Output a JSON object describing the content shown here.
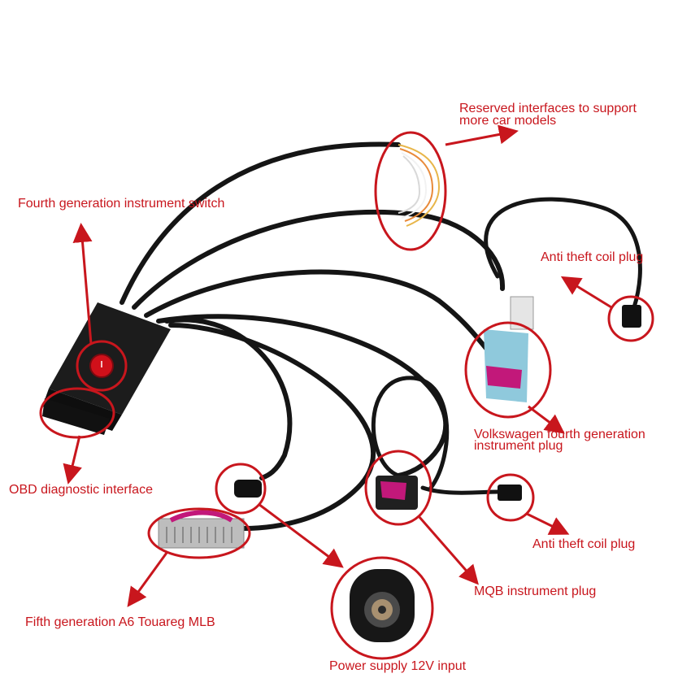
{
  "labels": {
    "reserved_line1": "Reserved interfaces to support",
    "reserved_line2": "more car models",
    "fourth_gen_switch": "Fourth generation instrument switch",
    "anti_theft_top": "Anti theft coil plug",
    "vw_fourth_line1": "Volkswagen fourth generation",
    "vw_fourth_line2": "instrument plug",
    "obd": "OBD diagnostic interface",
    "anti_theft_bottom": "Anti theft coil plug",
    "mqb": "MQB instrument plug",
    "fifth_gen": "Fifth generation A6 Touareg MLB",
    "power": "Power supply 12V input"
  },
  "colors": {
    "annotation": "#c8161d",
    "cable": "#151515",
    "obd_box": "#1c1c1c",
    "switch": "#d0101a",
    "vw_plug": "#8fc9dc",
    "latch": "#c2187a",
    "mlb_plug": "#bdbdbd",
    "wire_yellow": "#e8b64a",
    "wire_orange": "#e88a3a",
    "wire_white": "#f2f2f2"
  }
}
